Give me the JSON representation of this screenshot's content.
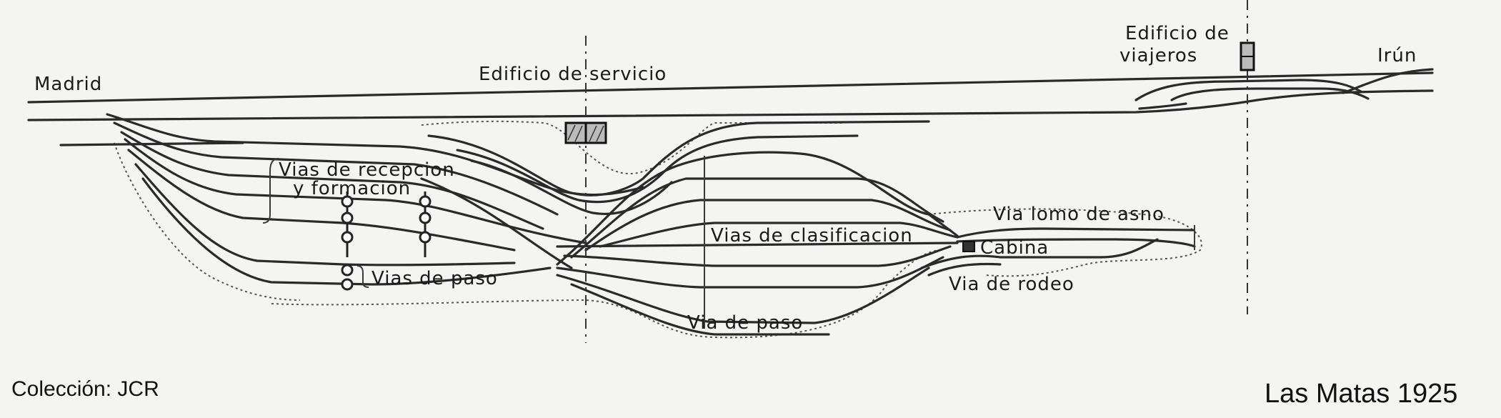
{
  "labels": {
    "madrid": "Madrid",
    "irun": "Irún",
    "edificio_servicio": "Edificio de servicio",
    "edificio_viajeros_1": "Edificio de",
    "edificio_viajeros_2": "viajeros",
    "vias_recepcion_1": "Vias de recepcion",
    "vias_recepcion_2": "y formacion",
    "vias_paso": "Vias de paso",
    "vias_clasificacion": "Vias de clasificacion",
    "via_lomo": "Via lomo de asno",
    "cabina": "Cabina",
    "via_rodeo": "Via de rodeo",
    "via_paso": "Via de paso"
  },
  "caption": {
    "credit": "Colección: JCR",
    "title": "Las Matas 1925"
  }
}
